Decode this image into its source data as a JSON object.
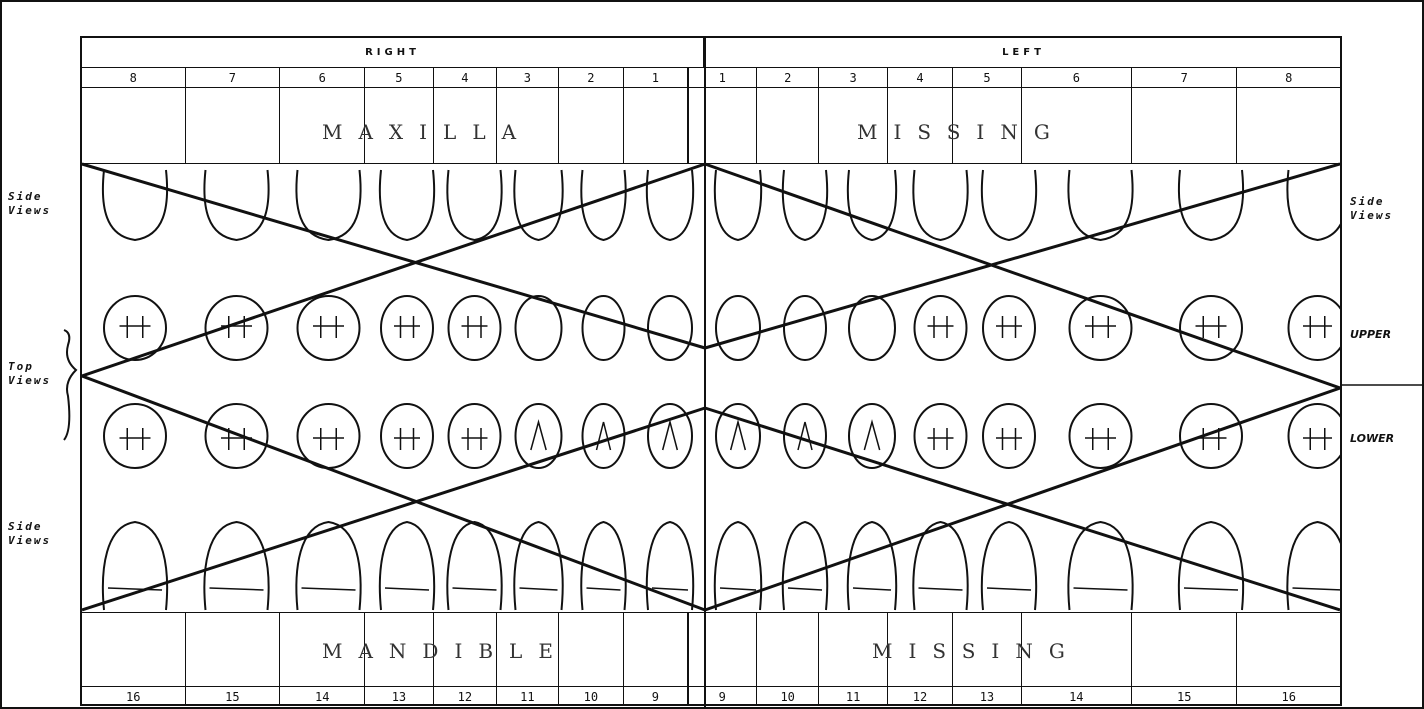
{
  "header": {
    "right": "RIGHT",
    "left": "LEFT"
  },
  "top_numbers": [
    "8",
    "7",
    "6",
    "5",
    "4",
    "3",
    "2",
    "1",
    "1",
    "2",
    "3",
    "4",
    "5",
    "6",
    "7",
    "8"
  ],
  "bottom_numbers": [
    "16",
    "15",
    "14",
    "13",
    "12",
    "11",
    "10",
    "9",
    "9",
    "10",
    "11",
    "12",
    "13",
    "14",
    "15",
    "16"
  ],
  "stamps": {
    "maxilla": "MAXILLA",
    "missing_top": "MISSING",
    "mandible": "MANDIBLE",
    "missing_bottom": "MISSING"
  },
  "left_labels": {
    "side_views_top": "Side Views",
    "top_views": "Top Views",
    "side_views_bottom": "Side Views"
  },
  "right_labels": {
    "side_views": "Side Views",
    "upper": "UPPER",
    "lower": "LOWER"
  }
}
